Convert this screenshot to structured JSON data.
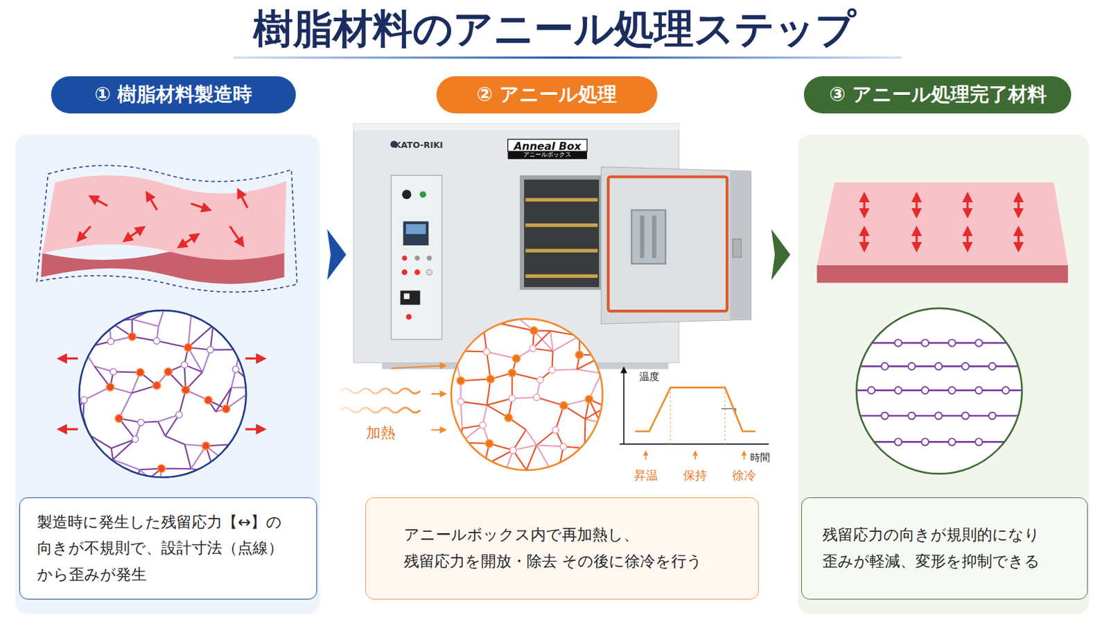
{
  "diagram": {
    "title": "樹脂材料のアニール処理ステップ",
    "nodes": [
      {
        "text": [
          "① 樹脂材料製造時"
        ]
      },
      {
        "text": [
          "製造時に発生した残留応力【↔】の 向きが不規則で、設計寸法（点線） から歪みが発生"
        ],
        "in": 0
      },
      {
        "text": [
          "② アニール処理"
        ]
      },
      {
        "text": [
          "アニールボックス内で再加熱し、 残留応力を開放・除去 その後に徐冷を行う"
        ],
        "in": 2
      },
      {
        "text": [
          "③ アニール処理完了材料"
        ]
      },
      {
        "text": [
          "残留応力の向きが規則的になり 歪みが軽減、変形を抑制できる"
        ],
        "in": 4
      }
    ],
    "edges": [
      {
        "from": 0,
        "to": 2,
        "arrow": "to"
      },
      {
        "from": 2,
        "to": 4,
        "arrow": "to"
      }
    ],
    "labels": [
      "KATO-RIKI",
      "Anneal Box",
      "アニールボックス",
      "加熱",
      "温度",
      "時間",
      "昇温",
      "保持",
      "徐冷"
    ]
  }
}
